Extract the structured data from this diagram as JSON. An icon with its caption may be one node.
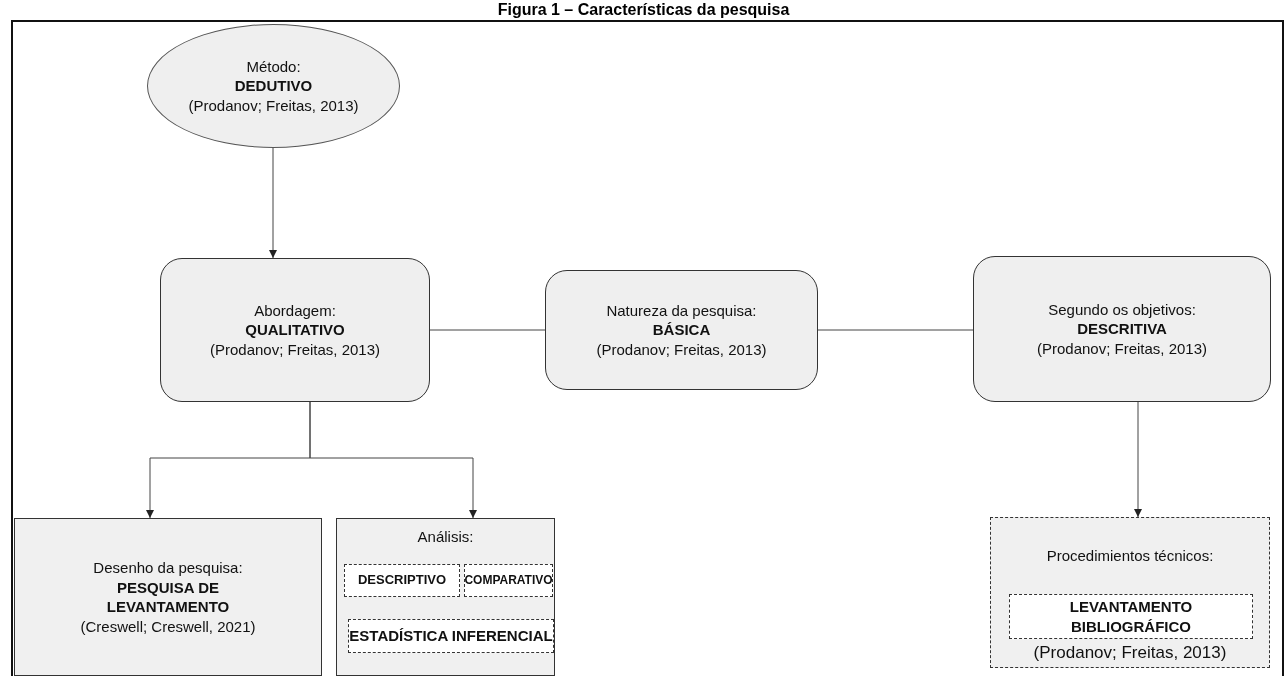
{
  "diagram": {
    "title": "Figura 1 – Características da pesquisa",
    "nodes": [
      {
        "text": [
          "Método:",
          "DEDUTIVO",
          "(Prodanov; Freitas, 2013)"
        ]
      },
      {
        "text": [
          "Abordagem:",
          "QUALITATIVO",
          "(Prodanov; Freitas, 2013)"
        ]
      },
      {
        "text": [
          "Natureza da pesquisa:",
          "BÁSICA",
          "(Prodanov; Freitas, 2013)"
        ]
      },
      {
        "text": [
          "Segundo os objetivos:",
          "DESCRITIVA",
          "(Prodanov; Freitas, 2013)"
        ]
      },
      {
        "text": [
          "Desenho da pesquisa:",
          "PESQUISA DE LEVANTAMENTO",
          "(Creswell; Creswell, 2021)"
        ]
      },
      {
        "text": [
          "Análisis:"
        ]
      },
      {
        "text": [
          "DESCRIPTIVO"
        ],
        "in": 5
      },
      {
        "text": [
          "COMPARATIVO"
        ],
        "in": 5
      },
      {
        "text": [
          "ESTADÍSTICA INFERENCIAL"
        ],
        "in": 5
      },
      {
        "text": [
          "Procedimientos técnicos:",
          "(Prodanov; Freitas, 2013)"
        ]
      },
      {
        "text": [
          "LEVANTAMENTO BIBLIOGRÁFICO"
        ],
        "in": 9
      }
    ],
    "edges": [
      {
        "from": 0,
        "to": 1,
        "arrow": "to"
      },
      {
        "from": 1,
        "to": 2,
        "arrow": "none"
      },
      {
        "from": 2,
        "to": 3,
        "arrow": "none"
      },
      {
        "from": 1,
        "to": 4,
        "arrow": "to"
      },
      {
        "from": 1,
        "to": 5,
        "arrow": "to"
      },
      {
        "from": 3,
        "to": 9,
        "arrow": "to"
      }
    ]
  }
}
